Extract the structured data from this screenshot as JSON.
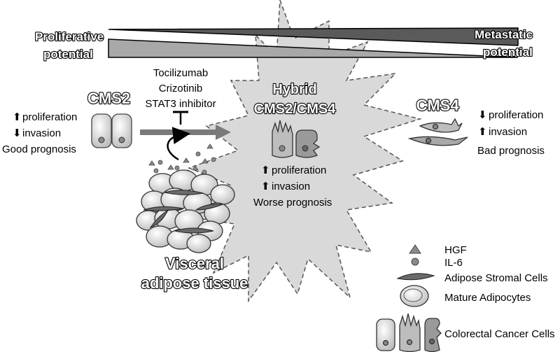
{
  "gradient": {
    "left_label_line1": "Proliferative",
    "left_label_line2": "potential",
    "right_label_line1": "Metastatic",
    "right_label_line2": "potential"
  },
  "cms2": {
    "title": "CMS2",
    "proliferation": "proliferation",
    "invasion": "invasion",
    "prognosis": "Good prognosis"
  },
  "inhibitors": [
    "Tocilizumab",
    "Crizotinib",
    "STAT3 inhibitor"
  ],
  "hybrid": {
    "title_line1": "Hybrid",
    "title_line2": "CMS2/CMS4",
    "proliferation": "proliferation",
    "invasion": "invasion",
    "prognosis": "Worse prognosis"
  },
  "cms4": {
    "title": "CMS4",
    "proliferation": "proliferation",
    "invasion": "invasion",
    "prognosis": "Bad prognosis"
  },
  "adipose": {
    "line1": "Visceral",
    "line2": "adipose tissue"
  },
  "legend": {
    "hgf": "HGF",
    "il6": "IL-6",
    "stromal": "Adipose Stromal Cells",
    "adipocytes": "Mature Adipocytes",
    "crc": "Colorectal Cancer Cells"
  },
  "colors": {
    "gray_dark": "#5a5a5a",
    "gray_mid": "#a8a8a8",
    "gray_light": "#d8d8d8",
    "arrow": "#7a7a7a"
  }
}
